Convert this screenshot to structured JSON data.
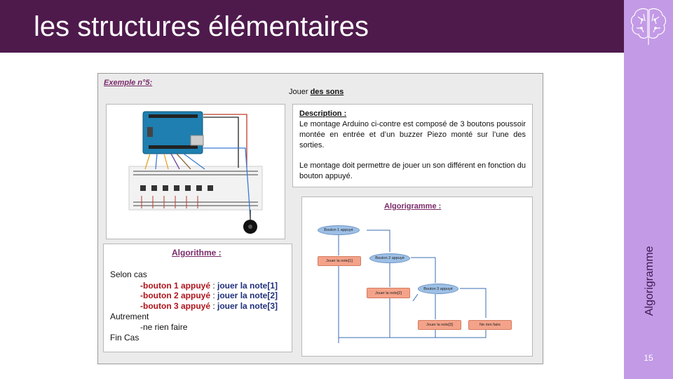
{
  "header": {
    "title": "les structures élémentaires"
  },
  "sidebar": {
    "vertical_label": "Algorigramme",
    "page_number": "15"
  },
  "colors": {
    "header_bg": "#4e1a4c",
    "sidebar_bg": "#c39ae6",
    "accent_title": "#7a2a6a",
    "flow_blue": "#9ec0e6",
    "flow_orange": "#f4a38a"
  },
  "icons": {
    "header": "brain-icon"
  },
  "slide": {
    "example_title": "Exemple n°5:",
    "subtitle_prefix": "Jouer ",
    "subtitle_bold": "des sons",
    "description": {
      "heading": "Description :",
      "para1": "Le montage Arduino ci-contre est composé de 3 boutons poussoir montée en entrée et d’un buzzer Piezo monté sur l’une des sorties.",
      "para2": "Le montage doit permettre de jouer un son différent en fonction du bouton appuyé."
    },
    "algorithme": {
      "heading": "Algorithme :",
      "line1": "Selon cas",
      "case1_a": "-bouton 1 appuyé",
      "case1_b": " : ",
      "case1_c": "jouer la note[1]",
      "case2_a": "-bouton 2 appuyé",
      "case2_b": " : ",
      "case2_c": "jouer la note[2]",
      "case3_a": "-bouton 3 appuyé",
      "case3_b": " : ",
      "case3_c": "jouer la note[3]",
      "line_else": "Autrement",
      "line_nothing": "-ne rien faire",
      "line_end": "Fin Cas"
    },
    "algorigramme": {
      "heading": "Algorigramme :",
      "d1": "Bouton 1 appuyé",
      "p1": "Jouer la note[1]",
      "d2": "Bouton 2 appuyé",
      "p2": "Jouer la note[2]",
      "d3": "Bouton 3 appuyé",
      "p3": "Jouer la note[3]",
      "p4": "Ne rien faire"
    }
  }
}
